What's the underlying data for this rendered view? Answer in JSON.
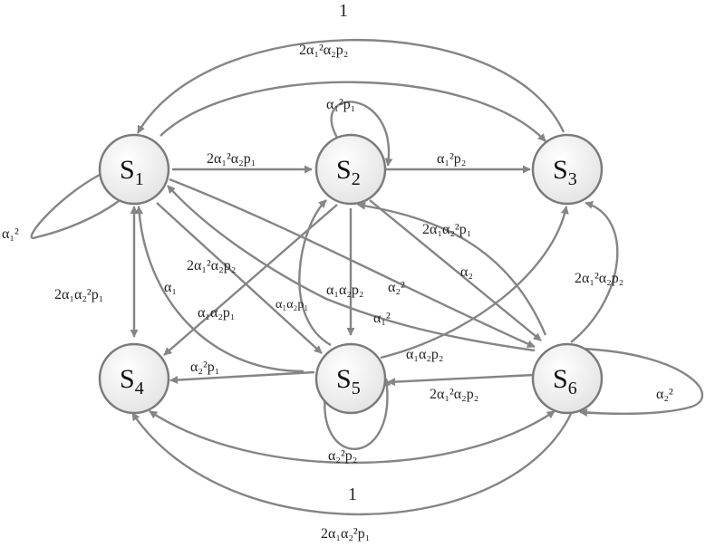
{
  "nodes": {
    "s1": {
      "letter": "S",
      "sub": "1"
    },
    "s2": {
      "letter": "S",
      "sub": "2"
    },
    "s3": {
      "letter": "S",
      "sub": "3"
    },
    "s4": {
      "letter": "S",
      "sub": "4"
    },
    "s5": {
      "letter": "S",
      "sub": "5"
    },
    "s6": {
      "letter": "S",
      "sub": "6"
    }
  },
  "labels": {
    "s3_s1_top": "1",
    "s1_s3_top": "2α₁²α₂p₂",
    "s2_loop": "α₁²p₁",
    "s1_s2": "2α₁²α₂p₁",
    "s2_s3": "α₁²p₂",
    "s1_loop": "α₁²",
    "s1_s4": "2α₁α₂²p₁",
    "s1_s5": "2α₁²α₂p₂",
    "s5_s1": "α₁",
    "s2_s4": "α₁α₂p₁",
    "s5_s2": "α₁α₂p₁",
    "s6_s1": "α₁α₂p₂",
    "s1_s6": "α₂²",
    "s2_s6": "α₁²",
    "s6_s2_a": "2α₁α₂²p₁",
    "s6_s2_b": "α₂",
    "s3_s6": "2α₁²α₂p₂",
    "s6_s3": "α₁α₂p₂",
    "s5_s4": "α₂²p₁",
    "s6_s5": "2α₁²α₂p₂",
    "s6_loop": "α₂²",
    "s5_loop": "α₂²p₂",
    "s6_s4_bottom": "1",
    "s4_s6_bottom": "2α₁α₂²p₁"
  }
}
